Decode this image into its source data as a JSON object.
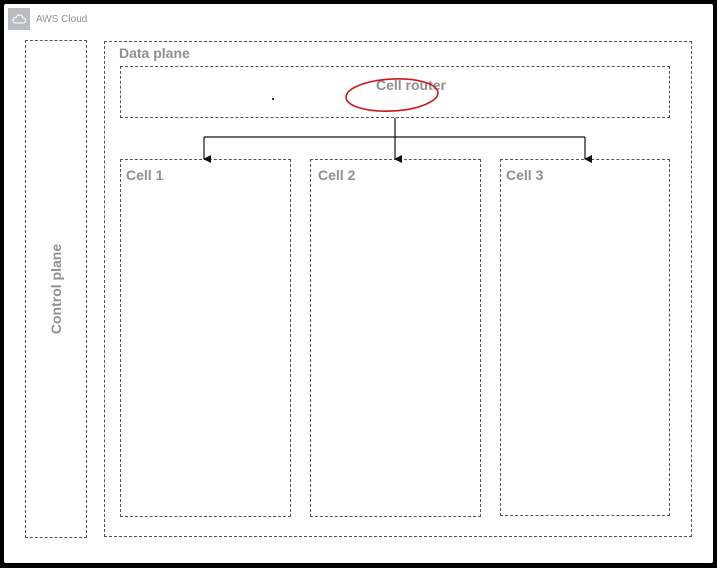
{
  "cloud": {
    "title": "AWS Cloud",
    "icon": "cloud-icon"
  },
  "control_plane": {
    "label": "Control plane"
  },
  "data_plane": {
    "label": "Data plane",
    "router": {
      "label": "Cell router",
      "highlight_color": "#d0161d"
    },
    "cells": [
      {
        "label": "Cell 1"
      },
      {
        "label": "Cell 2"
      },
      {
        "label": "Cell 3"
      }
    ]
  }
}
